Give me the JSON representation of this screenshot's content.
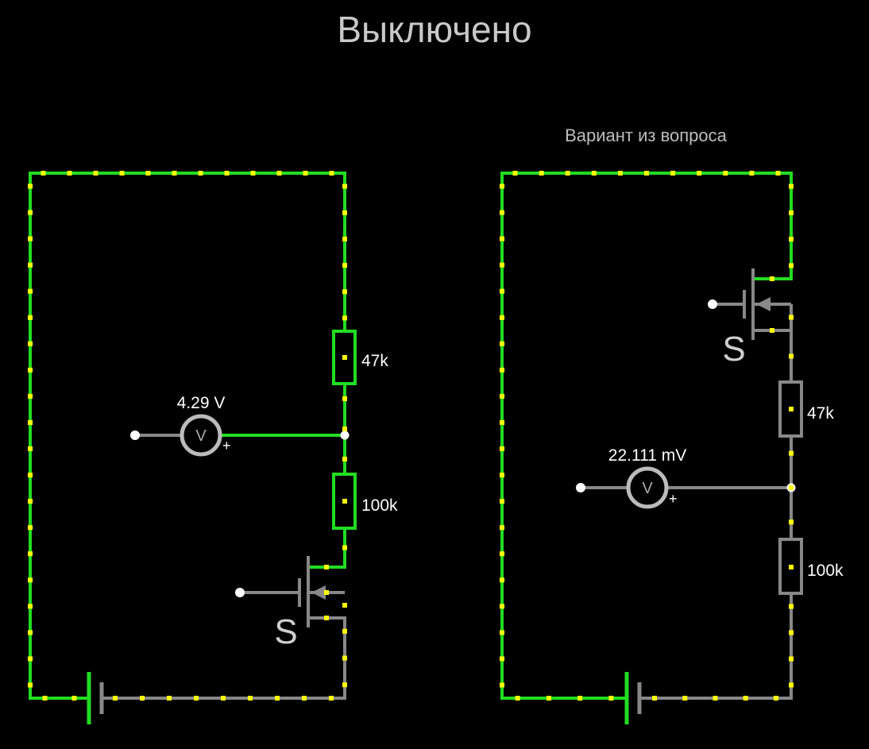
{
  "page": {
    "title": "Выключено"
  },
  "colors": {
    "background": "#000000",
    "wire_on": "#22dd22",
    "wire_off": "#888888",
    "current_dot": "#ffff00",
    "node": "#ffffff",
    "voltmeter": "#bbbbbb"
  },
  "left_circuit": {
    "r1_label": "47k",
    "r2_label": "100k",
    "voltmeter_reading": "4.29 V",
    "voltmeter_symbol": "V",
    "voltmeter_plus": "+",
    "switch_label": "S"
  },
  "right_circuit": {
    "caption": "Вариант из вопроса",
    "r1_label": "47k",
    "r2_label": "100k",
    "voltmeter_reading": "22.111 mV",
    "voltmeter_symbol": "V",
    "voltmeter_plus": "+",
    "switch_label": "S"
  }
}
